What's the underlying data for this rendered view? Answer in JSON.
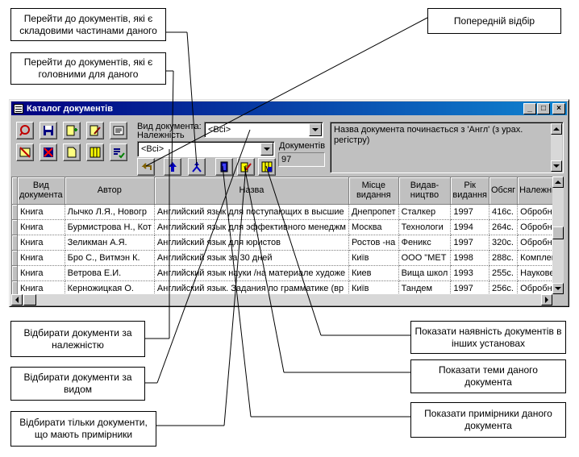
{
  "window": {
    "title": "Каталог документів",
    "controls": {
      "minimize": "_",
      "maximize": "□",
      "close": "×"
    }
  },
  "filters": {
    "type_label": "Вид документа:",
    "type_value": "<Всі>",
    "belong_label": "Належність",
    "belong_value": "<Всі>",
    "count_label": "Документів",
    "count_value": "97",
    "condition_text": "Назва документа починається з 'Англ' (з урах. регістру)"
  },
  "toolbar_icons": [
    "query-icon",
    "save-icon",
    "add-document-icon",
    "edit-document-icon",
    "card-icon",
    "clear-filter-icon",
    "delete-icon",
    "new-page-icon",
    "book-icon",
    "list-check-icon",
    "back-arrow-icon",
    "up-arrow-icon",
    "tree-icon",
    "copies-icon",
    "themes-icon",
    "institutions-icon"
  ],
  "table": {
    "columns": [
      "Вид документа",
      "Автор",
      "Назва",
      "Місце видання",
      "Видав-ництво",
      "Рік видання",
      "Обсяг",
      "Належність"
    ],
    "rows": [
      [
        "Книга",
        "Лычко Л.Я., Новогр",
        "Английский язык для поступающих в высшие",
        "Днепропет",
        "Сталкер",
        "1997",
        "416с.",
        "Обробник"
      ],
      [
        "Книга",
        "Бурмистрова Н., Кот",
        "Английский язык для эффективного менеджм",
        "Москва",
        "Технологи",
        "1994",
        "264с.",
        "Обробник"
      ],
      [
        "Книга",
        "Зеликман А.Я.",
        "Английский язык для юристов",
        "Ростов -на",
        "Феникс",
        "1997",
        "320с.",
        "Обробник"
      ],
      [
        "Книга",
        "Бро С., Витмэн К.",
        "Английский язык за 30 дней",
        "Київ",
        "ООО \"МЕТ",
        "1998",
        "288с.",
        "Комплект"
      ],
      [
        "Книга",
        "Ветрова Е.И.",
        "Английский язык науки /на материале художе",
        "Киев",
        "Вища школ",
        "1993",
        "255с.",
        "Наукове к"
      ],
      [
        "Книга",
        "Керножицкая О.",
        "Английский язык. Задания по грамматике (вр",
        "Київ",
        "Тандем",
        "1997",
        "256с.",
        "Обробник"
      ]
    ]
  },
  "callouts": {
    "components": "Перейти до документів, які є складовими частинами даного",
    "prev_select": "Попередній відбір",
    "parents": "Перейти до документів, які є головними для даного",
    "by_belong": "Відбирати документи за належністю",
    "by_type": "Відбирати документи за видом",
    "with_copies": "Відбирати тільки документи, що мають примірники",
    "availability": "Показати наявність документів в інших установах",
    "themes": "Показати теми даного документа",
    "copies": "Показати примірники даного документа"
  }
}
